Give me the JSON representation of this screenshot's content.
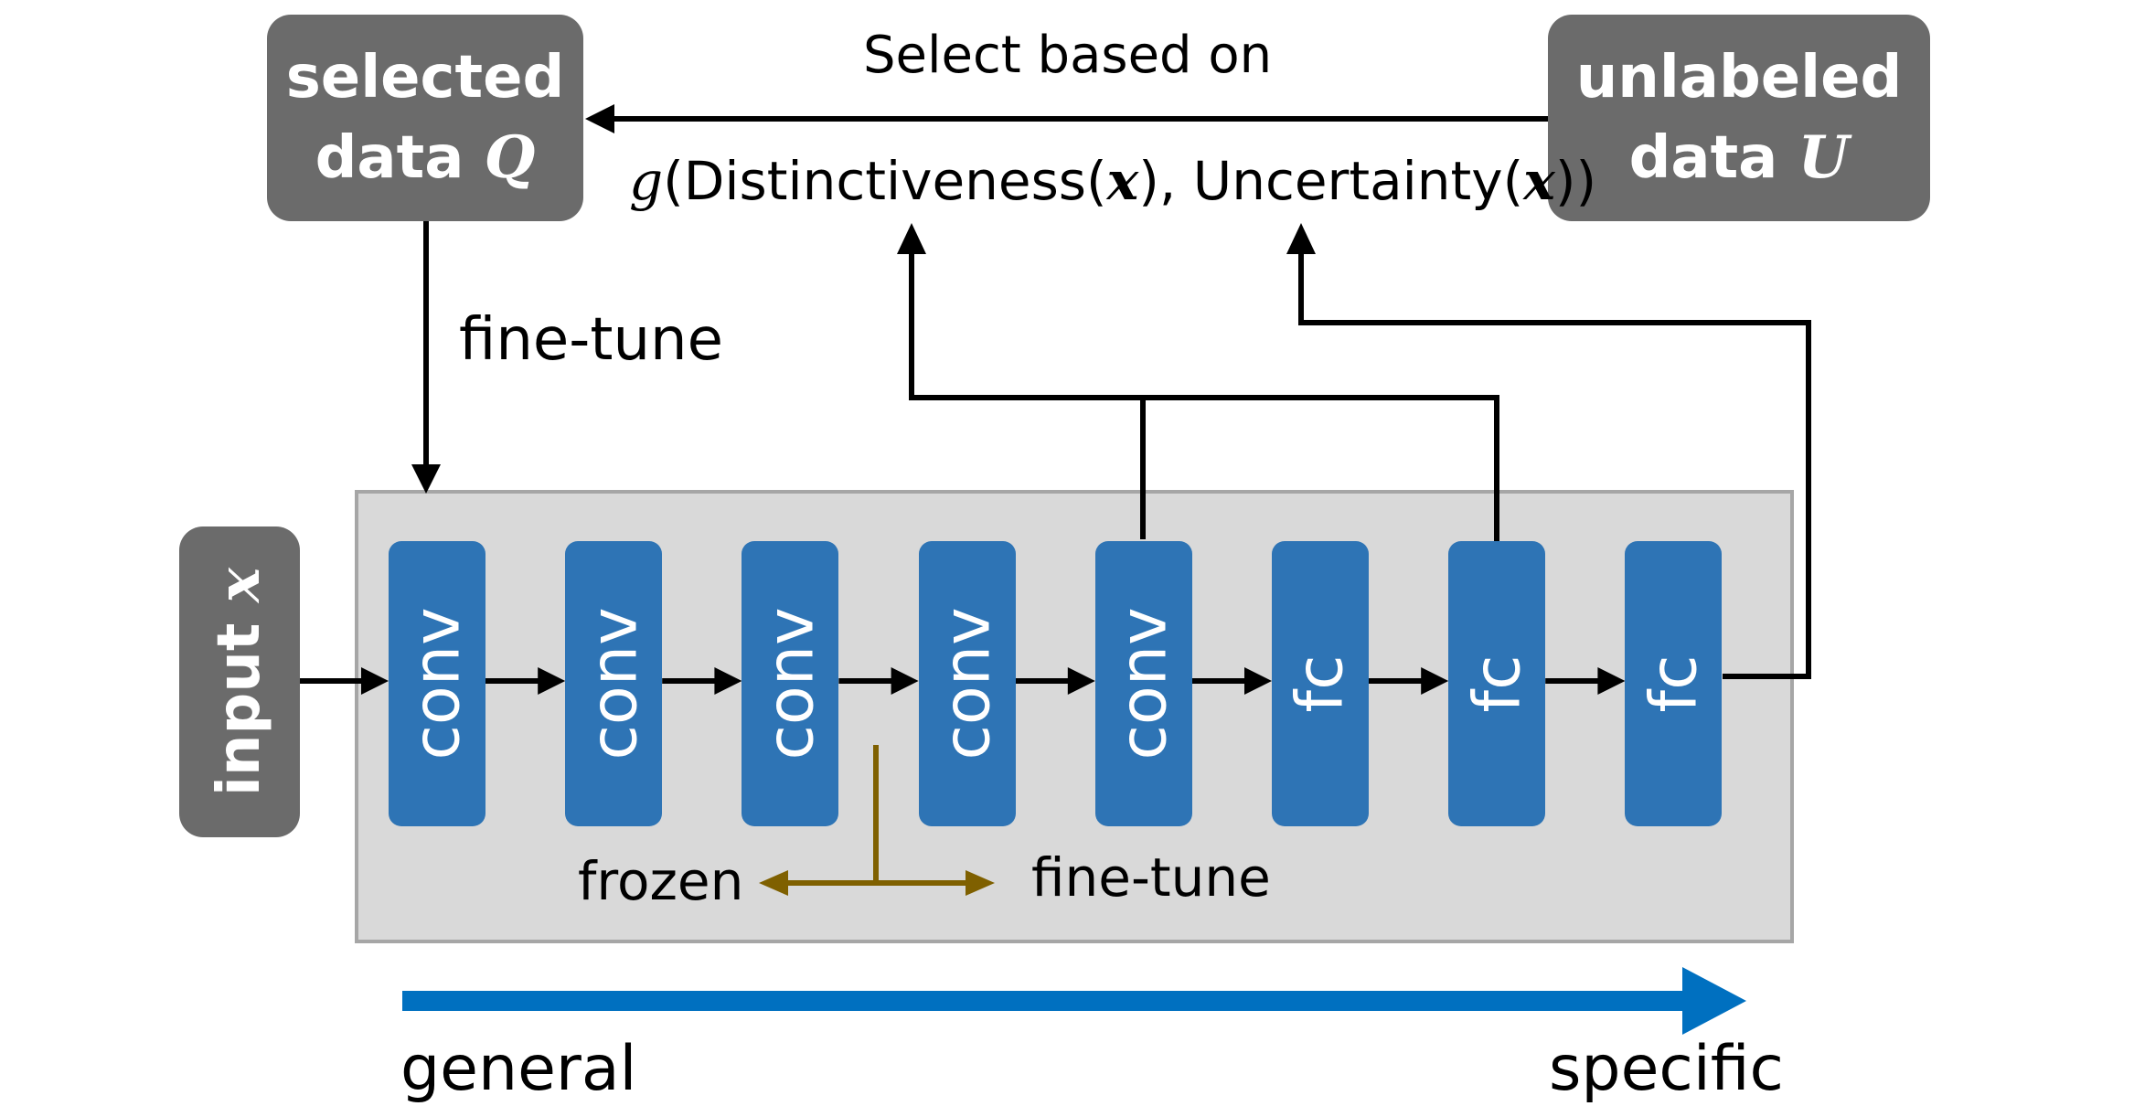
{
  "diagram": {
    "selected_box": {
      "line1": "selected",
      "line2_text": "data",
      "line2_var": "Q"
    },
    "unlabeled_box": {
      "line1": "unlabeled",
      "line2_text": "data",
      "line2_var": "U"
    },
    "input_box": {
      "text": "input",
      "var": "x"
    },
    "select_label": "Select based on",
    "formula": {
      "g": "g",
      "open": "(Distinctiveness(",
      "x1": "x",
      "middle": "), Uncertainty(",
      "x2": "x",
      "close": "))"
    },
    "finetune_top_label": "fine-tune",
    "layers": [
      {
        "label": "conv"
      },
      {
        "label": "conv"
      },
      {
        "label": "conv"
      },
      {
        "label": "conv"
      },
      {
        "label": "conv"
      },
      {
        "label": "fc"
      },
      {
        "label": "fc"
      },
      {
        "label": "fc"
      }
    ],
    "frozen_label": "frozen",
    "finetune_inner_label": "fine-tune",
    "general_label": "general",
    "specific_label": "specific",
    "colors": {
      "layer_blue": "#2e74b5",
      "box_gray": "#6b6b6b",
      "panel_gray": "#d9d9d9",
      "split_brown": "#7f6000",
      "gradient_arrow_blue": "#0070c0"
    }
  }
}
